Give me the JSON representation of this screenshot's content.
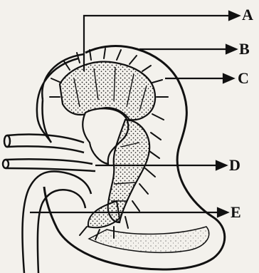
{
  "labels": {
    "a": "A",
    "b": "B",
    "c": "C",
    "d": "D",
    "e": "E"
  },
  "colors": {
    "background": "#f3f1ec",
    "ink": "#111111"
  }
}
